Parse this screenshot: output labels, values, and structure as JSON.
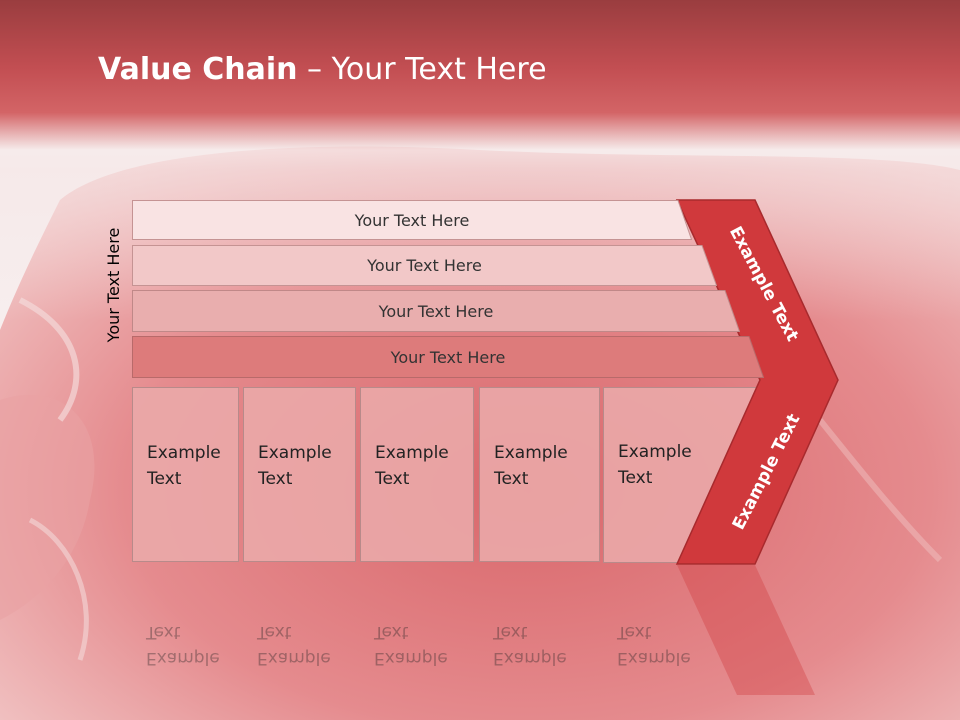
{
  "title": {
    "bold": "Value Chain",
    "rest": " – Your Text Here"
  },
  "side_label": "Your Text Here",
  "rows": [
    {
      "label": "Your Text Here"
    },
    {
      "label": "Your Text Here"
    },
    {
      "label": "Your Text Here"
    },
    {
      "label": "Your Text Here"
    }
  ],
  "boxes": [
    {
      "label": "Example\nText"
    },
    {
      "label": "Example\nText"
    },
    {
      "label": "Example\nText"
    },
    {
      "label": "Example\nText"
    },
    {
      "label": "Example\nText"
    }
  ],
  "chevron": {
    "upper": "Example Text",
    "lower": "Example Text"
  },
  "colors": {
    "accent": "#d0393c",
    "row1": "#f9e3e3",
    "row2": "#f2c8c8",
    "row3": "#e9aeae",
    "row4": "#dd7b7b",
    "box": "#ebaaaa"
  }
}
